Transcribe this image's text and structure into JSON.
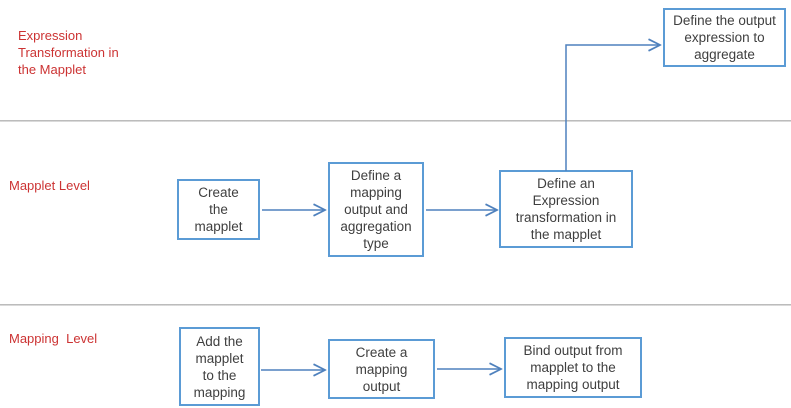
{
  "diagram": {
    "type": "flowchart",
    "lanes": [
      {
        "label": "Expression\nTransformation in\nthe Mapplet"
      },
      {
        "label": "Mapplet Level"
      },
      {
        "label": "Mapping  Level"
      }
    ],
    "nodes": [
      {
        "id": "define-output-expression",
        "lane": "Expression Transformation in the Mapplet",
        "label": "Define the output\nexpression to\naggregate"
      },
      {
        "id": "create-the-mapplet",
        "lane": "Mapplet Level",
        "label": "Create\nthe\nmapplet"
      },
      {
        "id": "define-mapping-output-aggregation",
        "lane": "Mapplet Level",
        "label": "Define a\nmapping\noutput and\naggregation\ntype"
      },
      {
        "id": "define-expression-transformation",
        "lane": "Mapplet Level",
        "label": "Define an\nExpression\ntransformation in\nthe mapplet"
      },
      {
        "id": "add-mapplet-to-mapping",
        "lane": "Mapping Level",
        "label": "Add the\nmapplet\nto the\nmapping"
      },
      {
        "id": "create-mapping-output",
        "lane": "Mapping Level",
        "label": "Create a\nmapping\noutput"
      },
      {
        "id": "bind-output",
        "lane": "Mapping Level",
        "label": "Bind output from\nmapplet to the\nmapping output"
      }
    ],
    "edges": [
      {
        "from": "create-the-mapplet",
        "to": "define-mapping-output-aggregation"
      },
      {
        "from": "define-mapping-output-aggregation",
        "to": "define-expression-transformation"
      },
      {
        "from": "define-expression-transformation",
        "to": "define-output-expression"
      },
      {
        "from": "add-mapplet-to-mapping",
        "to": "create-mapping-output"
      },
      {
        "from": "create-mapping-output",
        "to": "bind-output"
      }
    ],
    "colors": {
      "box_border": "#5B9BD5",
      "arrow": "#4F81BD",
      "lane_label": "#CC3333",
      "box_text": "#3F3F3F",
      "divider_dark": "#ADADAD",
      "divider_light": "#E8E8E8",
      "background": "#FFFFFF"
    }
  }
}
